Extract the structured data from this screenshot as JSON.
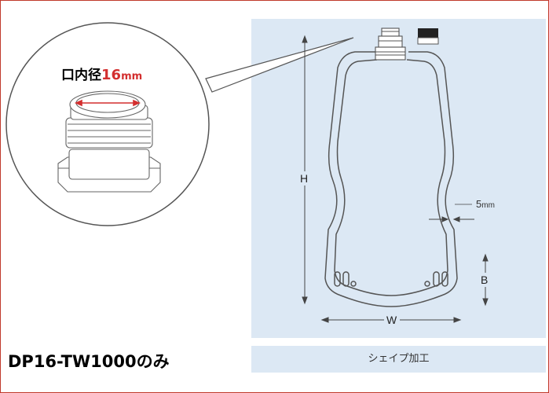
{
  "zoom": {
    "label_prefix": "口内径",
    "label_value": "16",
    "label_unit": "mm",
    "accent_color": "#d32f2f"
  },
  "pouch": {
    "dim_h": "H",
    "dim_w": "W",
    "dim_b": "B",
    "seal_value": "5",
    "seal_unit": "mm"
  },
  "caption": "シェイプ加工",
  "model_label": "DP16-TW1000のみ",
  "colors": {
    "panel": "#dce8f4",
    "outline": "#555555",
    "border": "#c0392b"
  }
}
